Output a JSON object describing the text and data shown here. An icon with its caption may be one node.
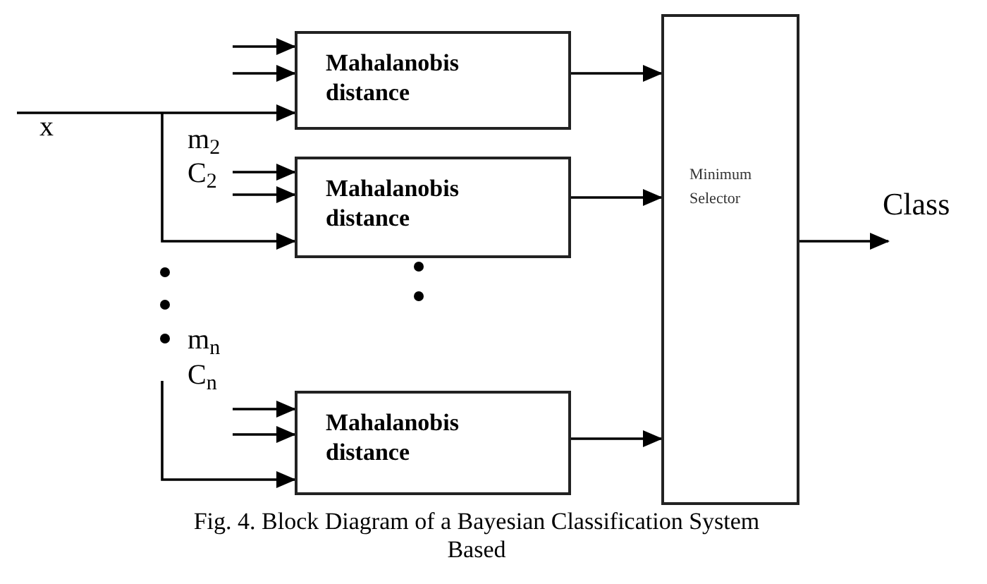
{
  "diagram": {
    "caption": "Fig. 4. Block Diagram of a Bayesian Classification System Based",
    "nodes": [
      {
        "text": [
          "Mahalanobis distance"
        ]
      },
      {
        "text": [
          "Mahalanobis distance"
        ]
      },
      {
        "text": [
          "Mahalanobis distance"
        ]
      },
      {
        "text": [
          "Minimum Selector"
        ]
      }
    ],
    "edges": [
      {
        "from": null,
        "to": 0,
        "arrow": "to"
      },
      {
        "from": null,
        "to": 0,
        "arrow": "to"
      },
      {
        "from": null,
        "to": 0,
        "arrow": "to"
      },
      {
        "from": null,
        "to": 1,
        "arrow": "to"
      },
      {
        "from": null,
        "to": 1,
        "arrow": "to"
      },
      {
        "from": null,
        "to": 1,
        "arrow": "to"
      },
      {
        "from": null,
        "to": 2,
        "arrow": "to"
      },
      {
        "from": null,
        "to": 2,
        "arrow": "to"
      },
      {
        "from": null,
        "to": 2,
        "arrow": "to"
      },
      {
        "from": 0,
        "to": 3,
        "arrow": "to"
      },
      {
        "from": 1,
        "to": 3,
        "arrow": "to"
      },
      {
        "from": 2,
        "to": 3,
        "arrow": "to"
      },
      {
        "from": 3,
        "to": null,
        "arrow": "to"
      }
    ],
    "labels": [
      "x",
      "m$_{2}$",
      "C$_{2}$",
      "m$_{n}$",
      "C$_{n}$",
      "Class"
    ]
  }
}
